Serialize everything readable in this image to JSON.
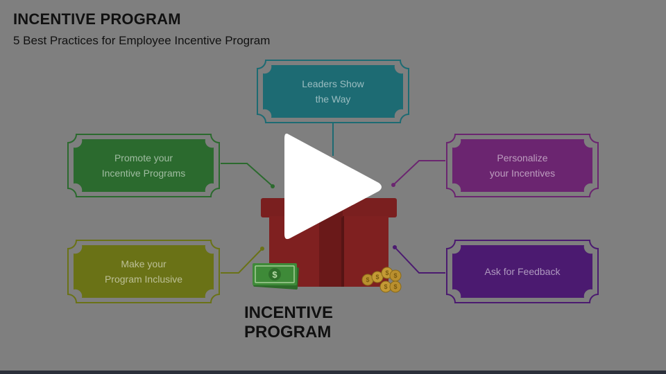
{
  "slide": {
    "title": "INCENTIVE PROGRAM",
    "subtitle": "5 Best Practices for Employee Incentive Program",
    "center_label": "INCENTIVE PROGRAM"
  },
  "practices": [
    {
      "line1": "Leaders Show",
      "line2": "the Way",
      "color": "#1d6b73",
      "border": "#1d6b73"
    },
    {
      "line1": "Promote your",
      "line2": "Incentive Programs",
      "color": "#2b6a2e",
      "border": "#2b6a2e"
    },
    {
      "line1": "Personalize",
      "line2": "your Incentives",
      "color": "#6b2570",
      "border": "#6b2570"
    },
    {
      "line1": "Make your",
      "line2": "Program Inclusive",
      "color": "#6a7216",
      "border": "#6a7216"
    },
    {
      "line1": "Ask for Feedback",
      "line2": "",
      "color": "#4b1a70",
      "border": "#4b1a70"
    }
  ],
  "icons": {
    "gift": "gift-box-icon",
    "money": "dollar-bill-icon",
    "coins": "coins-icon",
    "play": "play-icon"
  }
}
